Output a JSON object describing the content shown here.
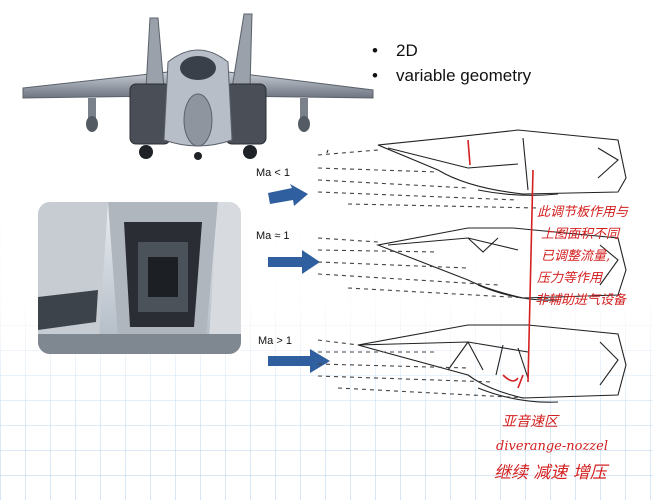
{
  "slide": {
    "bullets": [
      "2D",
      "variable geometry"
    ],
    "mach_labels": [
      "Ma < 1",
      "Ma ≈ 1",
      "Ma > 1"
    ],
    "annotations": {
      "right_lines": [
        "此调节板作用与",
        "上图面积不同",
        "已调整流量,",
        "压力等作用",
        "非辅助进气设备"
      ],
      "bottom_lines": [
        "亚音速区",
        "diverange-nozzel",
        "继续 减速 增压"
      ]
    },
    "colors": {
      "arrow_blue": "#2f5f9e",
      "ink_red": "#d42020",
      "grid": "#b4d2eb"
    },
    "icons": {
      "jet_photo": "fighter-jet-front-image",
      "intake_photo": "engine-intake-photo",
      "diagram": "inlet-ramp-diagram"
    }
  }
}
